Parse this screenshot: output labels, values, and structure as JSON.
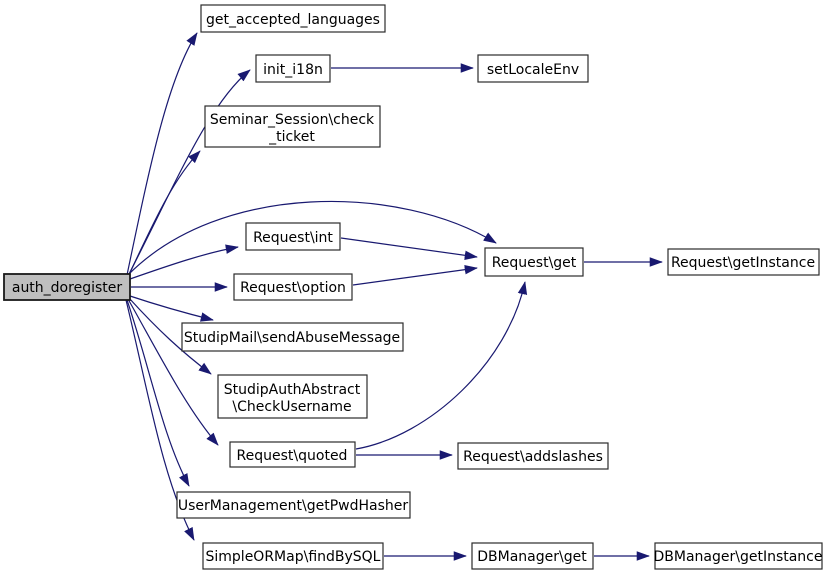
{
  "diagram": {
    "type": "call-graph",
    "root": "auth_doregister",
    "colors": {
      "edge": "#191970",
      "node_border": "#2b2b2b",
      "node_fill": "#ffffff",
      "root_fill": "#bfbfbf",
      "background": "#ffffff",
      "text": "#000000"
    },
    "nodes": {
      "auth_doregister": {
        "label": "auth_doregister"
      },
      "get_accepted_languages": {
        "label": "get_accepted_languages"
      },
      "init_i18n": {
        "label": "init_i18n"
      },
      "setLocaleEnv": {
        "label": "setLocaleEnv"
      },
      "seminar_check_ticket": {
        "label": "Seminar_Session\\check",
        "label2": "_ticket"
      },
      "request_int": {
        "label": "Request\\int"
      },
      "request_option": {
        "label": "Request\\option"
      },
      "request_get": {
        "label": "Request\\get"
      },
      "request_getInstance": {
        "label": "Request\\getInstance"
      },
      "studipmail_sendAbuseMessage": {
        "label": "StudipMail\\sendAbuseMessage"
      },
      "studipauth_checkUsername": {
        "label": "StudipAuthAbstract",
        "label2": "\\CheckUsername"
      },
      "request_quoted": {
        "label": "Request\\quoted"
      },
      "request_addslashes": {
        "label": "Request\\addslashes"
      },
      "usermanagement_getPwdHasher": {
        "label": "UserManagement\\getPwdHasher"
      },
      "simpleormap_findBySQL": {
        "label": "SimpleORMap\\findBySQL"
      },
      "dbmanager_get": {
        "label": "DBManager\\get"
      },
      "dbmanager_getInstance": {
        "label": "DBManager\\getInstance"
      }
    },
    "edges": [
      {
        "from": "auth_doregister",
        "to": "get_accepted_languages"
      },
      {
        "from": "auth_doregister",
        "to": "init_i18n"
      },
      {
        "from": "auth_doregister",
        "to": "seminar_check_ticket"
      },
      {
        "from": "auth_doregister",
        "to": "request_get"
      },
      {
        "from": "auth_doregister",
        "to": "request_int"
      },
      {
        "from": "auth_doregister",
        "to": "request_option"
      },
      {
        "from": "auth_doregister",
        "to": "studipmail_sendAbuseMessage"
      },
      {
        "from": "auth_doregister",
        "to": "studipauth_checkUsername"
      },
      {
        "from": "auth_doregister",
        "to": "request_quoted"
      },
      {
        "from": "auth_doregister",
        "to": "usermanagement_getPwdHasher"
      },
      {
        "from": "auth_doregister",
        "to": "simpleormap_findBySQL"
      },
      {
        "from": "init_i18n",
        "to": "setLocaleEnv"
      },
      {
        "from": "request_int",
        "to": "request_get"
      },
      {
        "from": "request_option",
        "to": "request_get"
      },
      {
        "from": "request_get",
        "to": "request_getInstance"
      },
      {
        "from": "request_quoted",
        "to": "request_get"
      },
      {
        "from": "request_quoted",
        "to": "request_addslashes"
      },
      {
        "from": "simpleormap_findBySQL",
        "to": "dbmanager_get"
      },
      {
        "from": "dbmanager_get",
        "to": "dbmanager_getInstance"
      }
    ]
  }
}
